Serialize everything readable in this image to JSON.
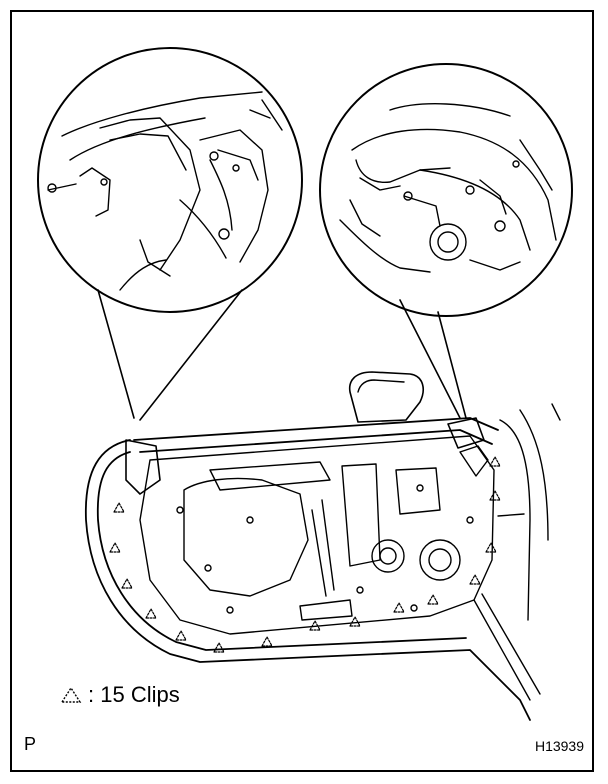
{
  "legend": {
    "symbol": "clip-triangle-icon",
    "separator": ":",
    "text": " 15 Clips"
  },
  "footer": {
    "left_code": "P",
    "right_code": "H13939"
  },
  "colors": {
    "line": "#000000",
    "background": "#ffffff"
  }
}
